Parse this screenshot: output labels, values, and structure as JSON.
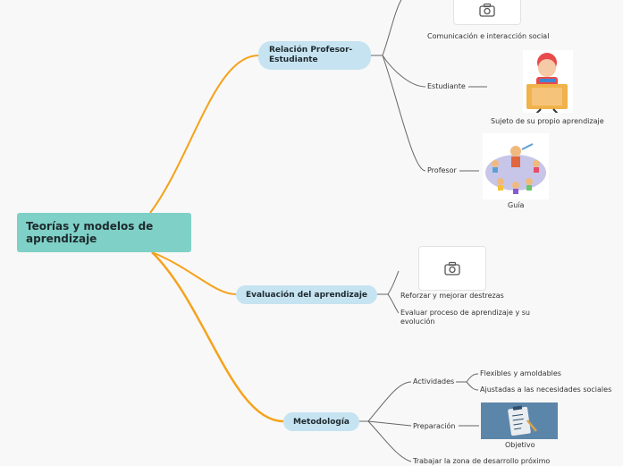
{
  "root": {
    "title": "Teorías y modelos de aprendizaje"
  },
  "branches": [
    {
      "label": "Relación Profesor-Estudiante",
      "children": [
        {
          "label": "Comunicación e interacción social",
          "image": "camera-placeholder"
        },
        {
          "label": "Estudiante",
          "note": "Sujeto de su propio aprendizaje",
          "image": "student-at-desk-illustration"
        },
        {
          "label": "Profesor",
          "note": "Guía",
          "image": "teacher-with-children-illustration"
        }
      ]
    },
    {
      "label": "Evaluación del aprendizaje",
      "children": [
        {
          "label": "Reforzar y mejorar destrezas",
          "image": "camera-placeholder"
        },
        {
          "label": "Evaluar proceso de aprendizaje y su evolución"
        }
      ]
    },
    {
      "label": "Metodología",
      "children": [
        {
          "label": "Actividades",
          "children": [
            "Flexibles y amoldables",
            "Ajustadas a las necesidades sociales"
          ]
        },
        {
          "label": "Preparación",
          "note": "Objetivo",
          "image": "clipboard-checklist-illustration"
        },
        {
          "label": "Trabajar la zona de desarrollo próximo"
        }
      ]
    }
  ],
  "colors": {
    "root": "#7fd0c6",
    "branch": "#c6e3f1",
    "trunk": "#f5a21b",
    "line": "#666666"
  }
}
